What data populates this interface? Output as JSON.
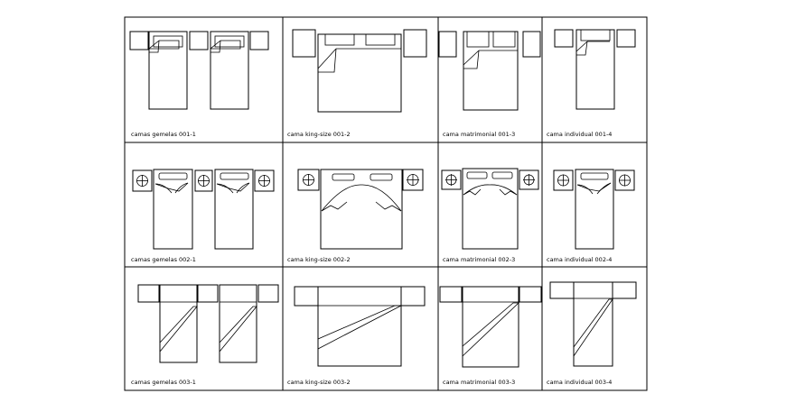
{
  "sheet": {
    "cells": [
      {
        "label": "camas gemelas 001-1"
      },
      {
        "label": "cama king-size 001-2"
      },
      {
        "label": "cama matrimonial 001-3"
      },
      {
        "label": "cama individual 001-4"
      },
      {
        "label": "camas gemelas 002-1"
      },
      {
        "label": "cama king-size 002-2"
      },
      {
        "label": "cama matrimonial 002-3"
      },
      {
        "label": "cama individual 002-4"
      },
      {
        "label": "camas gemelas 003-1"
      },
      {
        "label": "cama king-size 003-2"
      },
      {
        "label": "cama matrimonial 003-3"
      },
      {
        "label": "cama individual 003-4"
      }
    ]
  }
}
